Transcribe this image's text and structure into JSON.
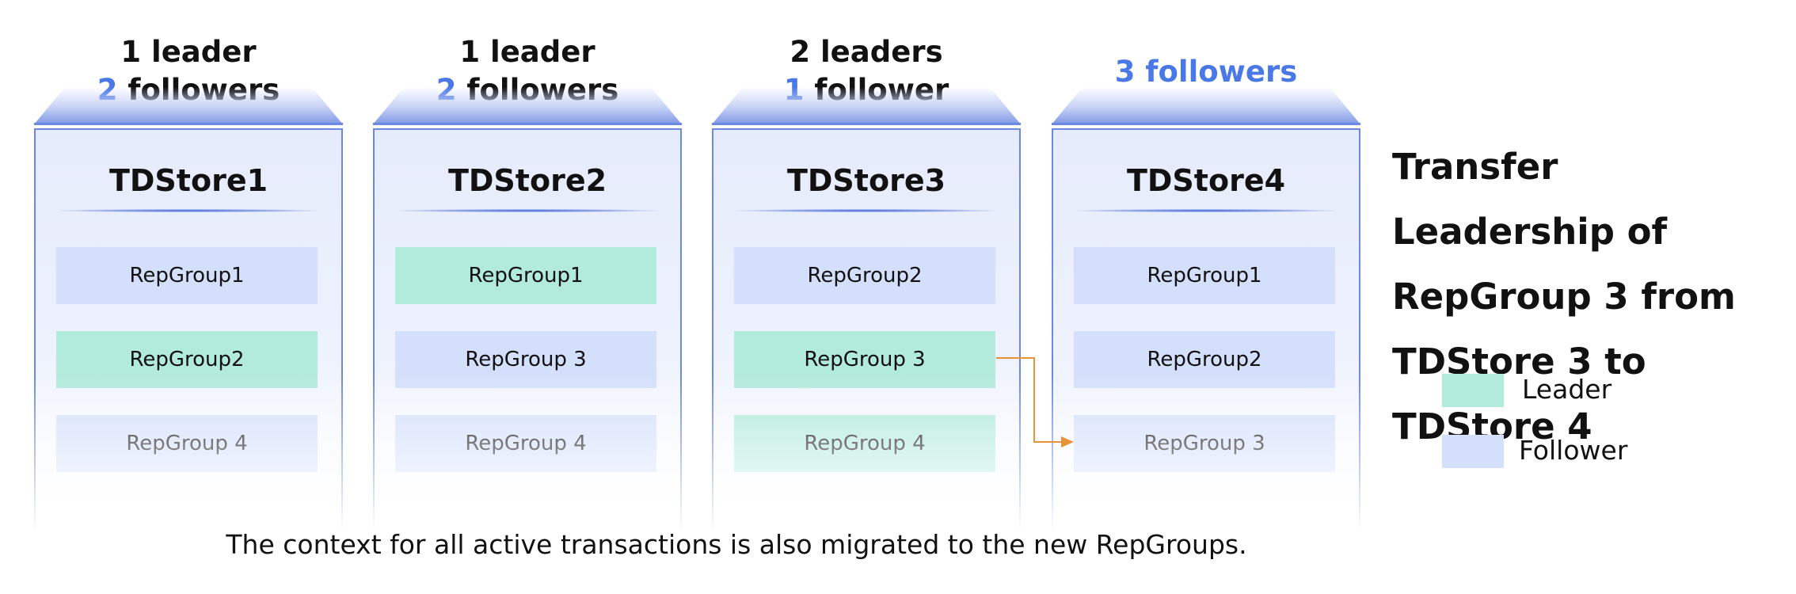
{
  "stores": [
    {
      "name": "TDStore1",
      "header": [
        {
          "num": "",
          "text": "1 leader"
        },
        {
          "num": "2",
          "text": " followers"
        }
      ],
      "groups": [
        {
          "label": "RepGroup1",
          "role": "follower"
        },
        {
          "label": "RepGroup2",
          "role": "leader"
        },
        {
          "label": "RepGroup 4",
          "role": "follower"
        }
      ]
    },
    {
      "name": "TDStore2",
      "header": [
        {
          "num": "",
          "text": "1 leader"
        },
        {
          "num": "2",
          "text": " followers"
        }
      ],
      "groups": [
        {
          "label": "RepGroup1",
          "role": "leader"
        },
        {
          "label": "RepGroup 3",
          "role": "follower"
        },
        {
          "label": "RepGroup 4",
          "role": "follower"
        }
      ]
    },
    {
      "name": "TDStore3",
      "header": [
        {
          "num": "",
          "text": "2 leaders"
        },
        {
          "num": "1",
          "text": " follower"
        }
      ],
      "groups": [
        {
          "label": "RepGroup2",
          "role": "follower"
        },
        {
          "label": "RepGroup 3",
          "role": "leader"
        },
        {
          "label": "RepGroup 4",
          "role": "leader"
        }
      ]
    },
    {
      "name": "TDStore4",
      "header_single": "3 followers",
      "groups": [
        {
          "label": "RepGroup1",
          "role": "follower"
        },
        {
          "label": "RepGroup2",
          "role": "follower"
        },
        {
          "label": "RepGroup 3",
          "role": "follower"
        }
      ]
    }
  ],
  "title_lines": [
    "Transfer Leadership of",
    "RepGroup 3 from",
    "TDStore 3 to TDStore 4"
  ],
  "legend": {
    "leader": "Leader",
    "follower": "Follower"
  },
  "caption": "The context for all active transactions is also migrated to the new RepGroups.",
  "colors": {
    "leader": "#b2eadc",
    "follower": "#d4dffb",
    "accent_blue": "#4a78e6",
    "arrow": "#e8923a",
    "store_border": "#6b89e0"
  }
}
